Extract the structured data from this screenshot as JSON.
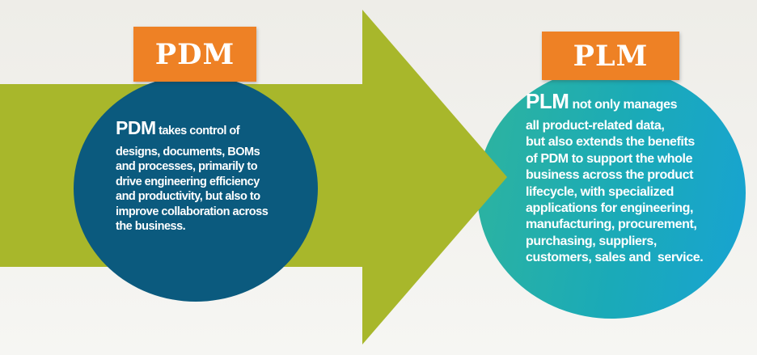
{
  "infographic": {
    "pdm": {
      "label": "PDM",
      "lead": "PDM",
      "intro": "takes control of",
      "lines": [
        "designs, documents, BOMs",
        "and processes, primarily to",
        "drive engineering efficiency",
        "and productivity, but also to",
        "improve collaboration across",
        "the business."
      ]
    },
    "plm": {
      "label": "PLM",
      "lead": "PLM",
      "intro": "not only manages",
      "lines": [
        "all product-related data,",
        "but also extends the benefits",
        "of PDM to support the whole",
        "business across the product",
        "lifecycle, with specialized",
        "applications for engineering,",
        "manufacturing, procurement,",
        "purchasing, suppliers,",
        "customers, sales and  service."
      ]
    },
    "colors": {
      "label_orange": "#ee8125",
      "arrow_green": "#a8b72b",
      "pdm_circle_blue": "#0b5a7e",
      "plm_gradient_start": "#2eb49e",
      "plm_gradient_end": "#18a3d3",
      "background_gray": "#f1f0ec",
      "text_white": "#ffffff"
    }
  }
}
